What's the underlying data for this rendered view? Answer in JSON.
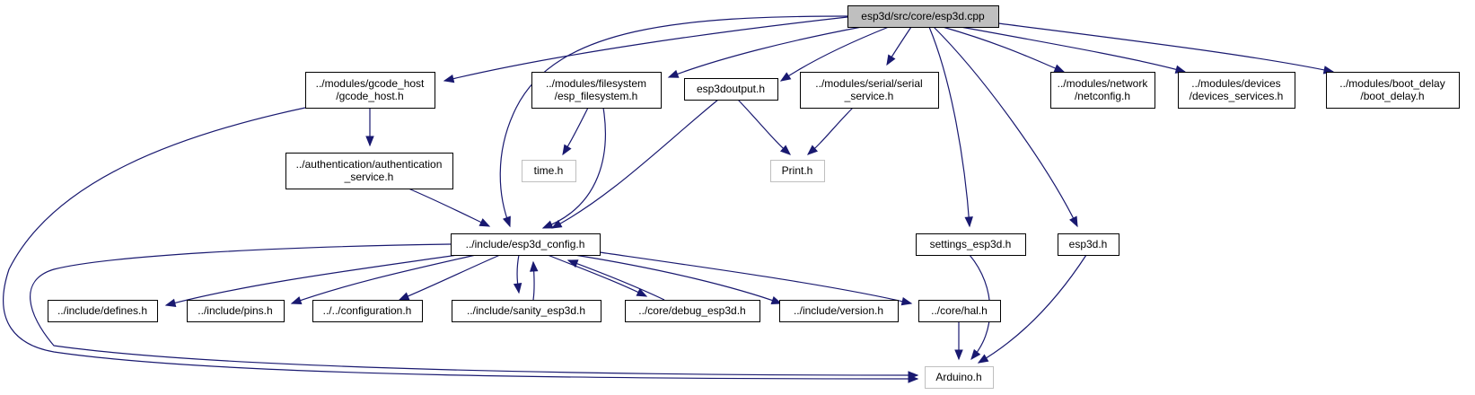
{
  "title": "esp3d/src/core/esp3d.cpp include dependency graph",
  "colors": {
    "edge": "#191970",
    "root_fill": "#bfbfbf",
    "node_fill": "#ffffff",
    "node_border": "#000000",
    "external_border": "#bfbfbf"
  },
  "nodes": [
    {
      "id": "root",
      "lines": [
        "esp3d/src/core/esp3d.cpp"
      ],
      "kind": "root"
    },
    {
      "id": "gcode_host",
      "lines": [
        "../modules/gcode_host",
        "/gcode_host.h"
      ],
      "kind": "normal"
    },
    {
      "id": "esp_filesystem",
      "lines": [
        "../modules/filesystem",
        "/esp_filesystem.h"
      ],
      "kind": "normal"
    },
    {
      "id": "esp3doutput",
      "lines": [
        "esp3doutput.h"
      ],
      "kind": "normal"
    },
    {
      "id": "serial_service",
      "lines": [
        "../modules/serial/serial",
        "_service.h"
      ],
      "kind": "normal"
    },
    {
      "id": "netconfig",
      "lines": [
        "../modules/network",
        "/netconfig.h"
      ],
      "kind": "normal"
    },
    {
      "id": "devices_services",
      "lines": [
        "../modules/devices",
        "/devices_services.h"
      ],
      "kind": "normal"
    },
    {
      "id": "boot_delay",
      "lines": [
        "../modules/boot_delay",
        "/boot_delay.h"
      ],
      "kind": "normal"
    },
    {
      "id": "authentication_service",
      "lines": [
        "../authentication/authentication",
        "_service.h"
      ],
      "kind": "normal"
    },
    {
      "id": "time",
      "lines": [
        "time.h"
      ],
      "kind": "external"
    },
    {
      "id": "print",
      "lines": [
        "Print.h"
      ],
      "kind": "external"
    },
    {
      "id": "esp3d_config",
      "lines": [
        "../include/esp3d_config.h"
      ],
      "kind": "normal"
    },
    {
      "id": "settings_esp3d",
      "lines": [
        "settings_esp3d.h"
      ],
      "kind": "normal"
    },
    {
      "id": "esp3d_h",
      "lines": [
        "esp3d.h"
      ],
      "kind": "normal"
    },
    {
      "id": "defines",
      "lines": [
        "../include/defines.h"
      ],
      "kind": "normal"
    },
    {
      "id": "pins",
      "lines": [
        "../include/pins.h"
      ],
      "kind": "normal"
    },
    {
      "id": "configuration",
      "lines": [
        "../../configuration.h"
      ],
      "kind": "normal"
    },
    {
      "id": "sanity_esp3d",
      "lines": [
        "../include/sanity_esp3d.h"
      ],
      "kind": "normal"
    },
    {
      "id": "debug_esp3d",
      "lines": [
        "../core/debug_esp3d.h"
      ],
      "kind": "normal"
    },
    {
      "id": "version",
      "lines": [
        "../include/version.h"
      ],
      "kind": "normal"
    },
    {
      "id": "hal",
      "lines": [
        "../core/hal.h"
      ],
      "kind": "normal"
    },
    {
      "id": "arduino",
      "lines": [
        "Arduino.h"
      ],
      "kind": "external"
    }
  ],
  "edges": [
    {
      "from": "root",
      "to": "gcode_host"
    },
    {
      "from": "root",
      "to": "esp3d_config"
    },
    {
      "from": "root",
      "to": "esp_filesystem"
    },
    {
      "from": "root",
      "to": "esp3doutput"
    },
    {
      "from": "root",
      "to": "serial_service"
    },
    {
      "from": "root",
      "to": "settings_esp3d"
    },
    {
      "from": "root",
      "to": "esp3d_h"
    },
    {
      "from": "root",
      "to": "netconfig"
    },
    {
      "from": "root",
      "to": "devices_services"
    },
    {
      "from": "root",
      "to": "boot_delay"
    },
    {
      "from": "gcode_host",
      "to": "authentication_service"
    },
    {
      "from": "gcode_host",
      "to": "arduino"
    },
    {
      "from": "authentication_service",
      "to": "esp3d_config"
    },
    {
      "from": "esp_filesystem",
      "to": "time"
    },
    {
      "from": "esp_filesystem",
      "to": "esp3d_config"
    },
    {
      "from": "esp3doutput",
      "to": "print"
    },
    {
      "from": "esp3doutput",
      "to": "esp3d_config"
    },
    {
      "from": "serial_service",
      "to": "print"
    },
    {
      "from": "esp3d_config",
      "to": "defines"
    },
    {
      "from": "esp3d_config",
      "to": "pins"
    },
    {
      "from": "esp3d_config",
      "to": "configuration"
    },
    {
      "from": "esp3d_config",
      "to": "sanity_esp3d"
    },
    {
      "from": "sanity_esp3d",
      "to": "esp3d_config"
    },
    {
      "from": "esp3d_config",
      "to": "debug_esp3d"
    },
    {
      "from": "debug_esp3d",
      "to": "esp3d_config"
    },
    {
      "from": "esp3d_config",
      "to": "version"
    },
    {
      "from": "esp3d_config",
      "to": "hal"
    },
    {
      "from": "esp3d_config",
      "to": "arduino"
    },
    {
      "from": "hal",
      "to": "arduino"
    },
    {
      "from": "settings_esp3d",
      "to": "arduino"
    },
    {
      "from": "esp3d_h",
      "to": "arduino"
    }
  ]
}
